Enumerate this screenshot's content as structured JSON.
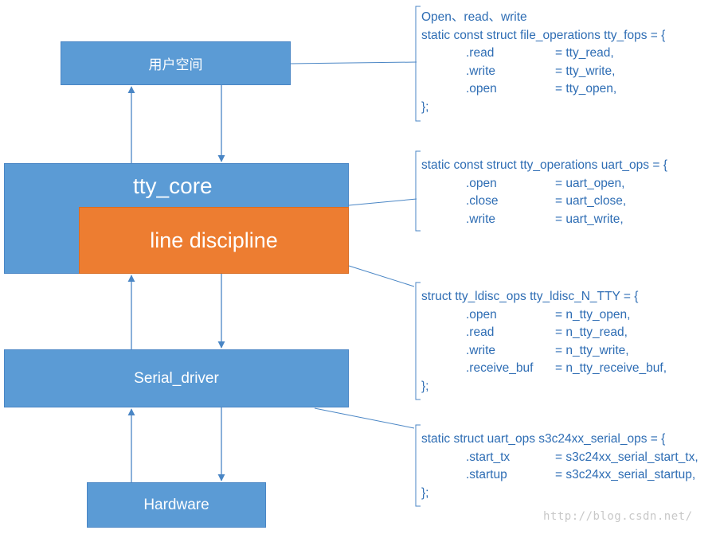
{
  "boxes": {
    "user_space": "用户空间",
    "tty_core": "tty_core",
    "line_discipline": "line discipline",
    "serial_driver": "Serial_driver",
    "hardware": "Hardware"
  },
  "colors": {
    "box_blue": "#5b9bd5",
    "box_orange": "#ed7d31",
    "code_text": "#2e6db4",
    "connector": "#4a86c5"
  },
  "code_blocks": {
    "file_ops": {
      "lines": [
        {
          "text": "Open、read、write"
        },
        {
          "text": "static  const struct file_operations  tty_fops = {"
        },
        {
          "key": ".read",
          "value": "= tty_read,"
        },
        {
          "key": ".write",
          "value": "= tty_write,"
        },
        {
          "key": ".open",
          "value": "= tty_open,"
        },
        {
          "text": "};"
        }
      ]
    },
    "uart_ops": {
      "lines": [
        {
          "text": "static const struct tty_operations uart_ops = {"
        },
        {
          "key": ".open",
          "value": "= uart_open,"
        },
        {
          "key": ".close",
          "value": "= uart_close,"
        },
        {
          "key": ".write",
          "value": "= uart_write,"
        }
      ]
    },
    "ldisc_ops": {
      "lines": [
        {
          "text": "struct  tty_ldisc_ops  tty_ldisc_N_TTY = {"
        },
        {
          "key": ".open",
          "value": "= n_tty_open,"
        },
        {
          "key": ".read",
          "value": "= n_tty_read,"
        },
        {
          "key": ".write",
          "value": "= n_tty_write,"
        },
        {
          "key": ".receive_buf",
          "value": "= n_tty_receive_buf,"
        },
        {
          "text": "};"
        }
      ]
    },
    "serial_ops": {
      "lines": [
        {
          "text": "static struct uart_ops s3c24xx_serial_ops = {"
        },
        {
          "key": ".start_tx",
          "value": "= s3c24xx_serial_start_tx,"
        },
        {
          "key": ".startup",
          "value": "= s3c24xx_serial_startup,"
        },
        {
          "text": "};"
        }
      ]
    }
  },
  "watermark": "http://blog.csdn.net/"
}
